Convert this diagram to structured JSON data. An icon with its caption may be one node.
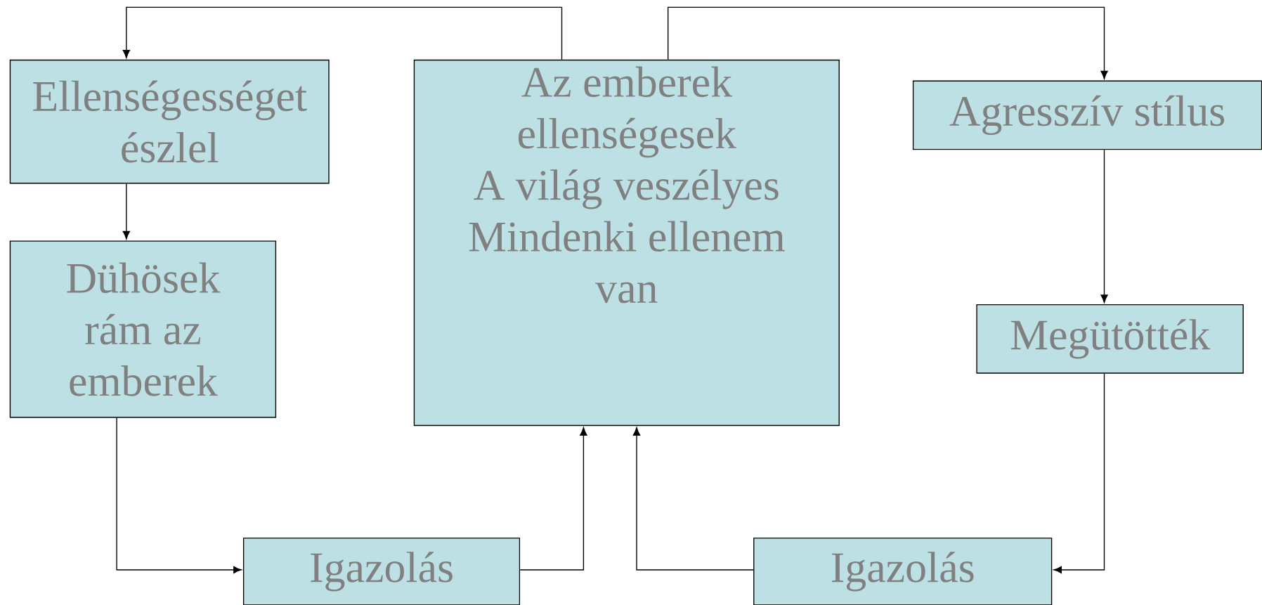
{
  "diagram": {
    "nodes": [
      {
        "text": [
          "Ellenségességet észlel"
        ]
      },
      {
        "text": [
          "Az emberek ellenségesek",
          "A világ veszélyes",
          "Mindenki ellenem van"
        ]
      },
      {
        "text": [
          "Agresszív stílus"
        ]
      },
      {
        "text": [
          "Dühösek rám az emberek"
        ]
      },
      {
        "text": [
          "Megütötték"
        ]
      },
      {
        "text": [
          "Igazolás"
        ]
      },
      {
        "text": [
          "Igazolás"
        ]
      }
    ],
    "edges": [
      {
        "from": 1,
        "to": 0,
        "arrow": "to"
      },
      {
        "from": 1,
        "to": 2,
        "arrow": "to"
      },
      {
        "from": 0,
        "to": 3,
        "arrow": "to"
      },
      {
        "from": 2,
        "to": 4,
        "arrow": "to"
      },
      {
        "from": 3,
        "to": 5,
        "arrow": "to"
      },
      {
        "from": 5,
        "to": 1,
        "arrow": "to"
      },
      {
        "from": 6,
        "to": 1,
        "arrow": "to"
      },
      {
        "from": 4,
        "to": 6,
        "arrow": "to"
      }
    ]
  }
}
